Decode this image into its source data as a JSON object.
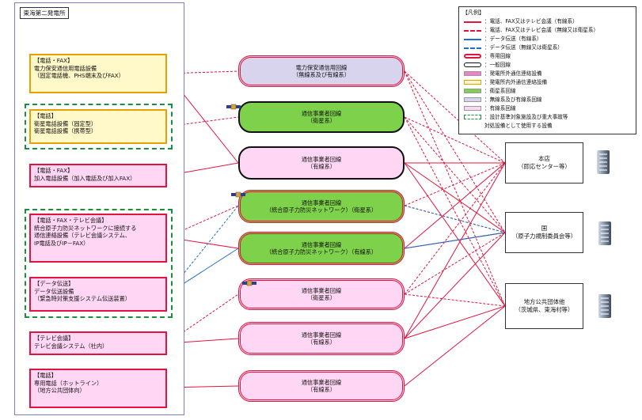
{
  "plant_title": "東海第二発電所",
  "devices": [
    {
      "title": "【電話・FAX】",
      "lines": [
        "電力保安通信用電話設備",
        "（固定電話機、PHS端末及びFAX）"
      ]
    },
    {
      "title": "【電話】",
      "lines": [
        "衛星電話設備（固定型）",
        "衛星電話設備（携帯型）"
      ]
    },
    {
      "title": "【電話・FAX】",
      "lines": [
        "加入電話設備（加入電話及び加入FAX）"
      ]
    },
    {
      "title": "【電話・FAX・テレビ会議】",
      "lines": [
        "統合原子力防災ネットワークに接続する",
        "通信連絡設備（テレビ会議システム、",
        "IP電話及びIP－FAX）"
      ]
    },
    {
      "title": "【データ伝送】",
      "lines": [
        "データ伝送設備",
        "（緊急時対策支援システム伝送装置）"
      ]
    },
    {
      "title": "【テレビ会議】",
      "lines": [
        "テレビ会議システム（社内）"
      ]
    },
    {
      "title": "【電話】",
      "lines": [
        "専用電話（ホットライン）",
        "（地方公共団体向）"
      ]
    }
  ],
  "lines": [
    {
      "l1": "電力保安通信用回線",
      "l2": "（無線系及び有線系）"
    },
    {
      "l1": "通信事業者回線",
      "l2": "（衛星系）"
    },
    {
      "l1": "通信事業者回線",
      "l2": "（有線系）"
    },
    {
      "l1": "通信事業者回線",
      "l2": "（統合原子力防災ネットワーク）（衛星系）"
    },
    {
      "l1": "通信事業者回線",
      "l2": "（統合原子力防災ネットワーク）（有線系）"
    },
    {
      "l1": "通信事業者回線",
      "l2": "（衛星系）"
    },
    {
      "l1": "通信事業者回線",
      "l2": "（有線系）"
    },
    {
      "l1": "通信事業者回線",
      "l2": "（有線系）"
    }
  ],
  "orgs": [
    {
      "l1": "本店",
      "l2": "（即応センター等）"
    },
    {
      "l1": "国",
      "l2": "（原子力規制委員会等）"
    },
    {
      "l1": "地方公共団体他",
      "l2": "（茨城県、東海村等）"
    }
  ],
  "legend": {
    "title": "【凡例】",
    "items": [
      {
        "sym": "solidred",
        "text": "：電話、FAX又はテレビ会議（有線系）"
      },
      {
        "sym": "dotred",
        "text": "：電話、FAX又はテレビ会議（無線又は衛星系）"
      },
      {
        "sym": "solidblue",
        "text": "：データ伝送（有線系）"
      },
      {
        "sym": "dotblue",
        "text": "：データ伝送（無線又は衛星系）"
      },
      {
        "sym": "dbl",
        "text": "：専用回線"
      },
      {
        "sym": "blk",
        "text": "：一般回線"
      },
      {
        "sym": "fillpink",
        "text": "：発電所外通信連絡設備"
      },
      {
        "sym": "fillyellow",
        "text": "：発電所内外通信連絡設備"
      },
      {
        "sym": "fillgreen",
        "text": "：衛星系回線"
      },
      {
        "sym": "filllav",
        "text": "：無線系及び有線系回線"
      },
      {
        "sym": "filllpink",
        "text": "：有線系回線"
      },
      {
        "sym": "dashgreen",
        "text": "：設計基準対象施設及び重大事故等"
      },
      {
        "sym": "none",
        "text": "対処設備として使用する設備"
      }
    ]
  },
  "colors": {
    "red": "#e0143c",
    "blue": "#1e6ec8",
    "green": "#7ed14a",
    "pink": "#ffd6f4",
    "lavender": "#d8d4ee",
    "yellow": "#fff8c8"
  }
}
